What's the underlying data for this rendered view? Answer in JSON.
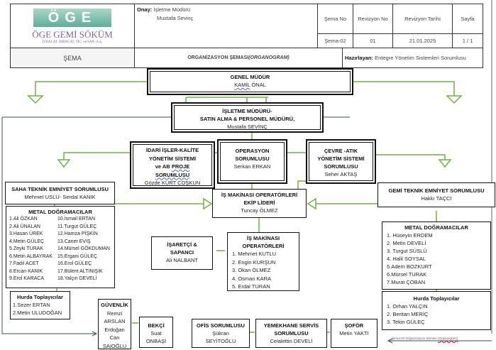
{
  "header": {
    "logo": {
      "mark": "ÖGE",
      "company": "ÖGE GEMİ SÖKÜM",
      "subtitle": "İTHALAT, İHRACAT, TİC. ve SAN. A.Ş."
    },
    "approval_label": "Onay:",
    "approval_role": "İşletme Müdürü",
    "approval_name": "Mustafa Sevinç",
    "col_schema_no": "Şema No",
    "col_revision_no": "Revizyon No",
    "col_revision_date": "Revizyon Tarihi",
    "col_page": "Sayfa",
    "schema_no": "Şema-02",
    "revision_no": "01",
    "revision_date": "21.01.2025",
    "page": "1 / 1",
    "doc_type": "ŞEMA",
    "title": "ORGANİZASYON ŞEMASI ",
    "title_italic": "(ORGANOGRAM)",
    "prepared_label": "Hazırlayan:",
    "prepared_by": "Entegre Yönetim Sistemleri Sorumlusu"
  },
  "org": {
    "gm": {
      "title": "GENEL MÜDÜR",
      "name_a": "KAMİL",
      "name_b": " ÖNAL"
    },
    "plant": {
      "title1": "İŞLETME MÜDÜRÜ-",
      "title2": "SATIN ALMA & PERSONEL MÜDÜRÜ,",
      "name": "Mustafa SEVİNÇ"
    },
    "admin": {
      "t1": "İDARİ İŞLER-KALİTE",
      "t2": "YÖNETİM SİSTEMİ",
      "t3a": "ve AB ",
      "t3b": "PROJE",
      "t4": "SORUMLUSU",
      "name": "Gözde KURT COŞKUN"
    },
    "ops": {
      "t1": "OPERASYON",
      "t2": "SORUMLUSU",
      "name": "Serkan ERKAN"
    },
    "env": {
      "t1": "ÇEVRE -ATIK",
      "t2": "YÖNETİM SİSTEMİ",
      "t3": "SORUMLUSU",
      "name": "Seher AKTAŞ"
    },
    "field_safety": {
      "title": "SAHA TEKNİK EMNİYET SORUMLUSU",
      "name": "Mehmet USLU- Serdal KANIK"
    },
    "ship_safety": {
      "title": "GEMİ TEKNİK EMNİYET SORUMLUSU",
      "name": "Hakkı TAÇCI"
    },
    "machine_lead": {
      "t1": "İŞ MAKİNASI OPERATÖRLERİ",
      "t2": "EKİP LİDERİ",
      "name": "Tuncay ÖLMEZ"
    },
    "signal": {
      "t1": "İŞARETÇİ &",
      "t2": "SAPANCI",
      "name": "Ali NALBANT"
    },
    "machine_ops": {
      "t1": "İŞ MAKİNASI",
      "t2": "OPERATÖRLERİ",
      "items": [
        "1.   Mehmet KUTLU",
        "2.   Engin KURŞUN",
        "3.   Okan ÖLMEZ",
        "4.   Osman KARA",
        "5.   Erdal TURAN"
      ]
    },
    "metal_left": {
      "title": "METAL DOĞRAMACILAR",
      "col1": [
        "1.Ali ÖZKAN",
        "2.Ali ÜNALAN",
        "3.Hasan ÜREK",
        "4.Metin GÜLEÇ",
        "5.Zeyki TURAK",
        "6.Metin ALBAYRAK",
        "7.Fadıl ACET",
        "8.Ercan KANIK",
        "9.Erol KARACA"
      ],
      "col2": [
        "10.İsmail ERTAN",
        "11.Turgut GÜLEÇ",
        "12.Hamza PİŞKİN",
        "13.Caner EVİŞ",
        "14.Mürsel GÖKDUMAN",
        "15.Ergani GÜLEÇ",
        "16.Erol GÜLEÇ",
        "17.Bülent ALTINIŞIK",
        "18.Yalçın DEVELİ"
      ]
    },
    "metal_right": {
      "title": "METAL DOĞRAMACILAR",
      "items": [
        "1. Hüseyin ERDEM",
        "2. Metin DEVELİ",
        "3. Turgut SÜSLÜ",
        "4. Halil SOYSAL",
        "5.Adem BOZKURT",
        "6.Mürsel TURAK",
        "7.Murat ÇOBAN"
      ]
    },
    "scrap_left": {
      "title": "Hurda Toplayıcılar",
      "items": [
        "1.Sezer ERTAN",
        "2.Metin ULUDOĞAN"
      ]
    },
    "scrap_right": {
      "title": "Hurda Toplayıcılar",
      "items": [
        "1.  Orhan YALÇIN",
        "2.  Beritan MERİÇ",
        "3.  Tekin GÜLEÇ"
      ]
    },
    "security": {
      "title": "GÜVENLİK",
      "lines": [
        "Remzi",
        "ARSLAN",
        "Erdoğan",
        "Can",
        "SAIOĞLU"
      ]
    },
    "guard": {
      "title": "BEKÇİ",
      "lines": [
        "Suat",
        "ONBAŞI"
      ]
    },
    "office": {
      "title": "OFİS SORUMLUSU",
      "lines": [
        "Şükran",
        "SEYİTOĞLU"
      ]
    },
    "canteen": {
      "title1": "YEMEKHANE SERVİS",
      "title2": "SORUMLUSU",
      "name": "Celalettin DEVELİ"
    },
    "driver": {
      "title": "ŞOFÖR",
      "name": "Metin YAKTI"
    }
  },
  "footer": {
    "ref": "Şema-02 Organizasyon Şeması ",
    "ref_b": "(Organogram)"
  },
  "colors": {
    "connector": "#6db33f",
    "logo_teal": "#6bb6a6",
    "logo_purple": "#8a6bb0"
  }
}
